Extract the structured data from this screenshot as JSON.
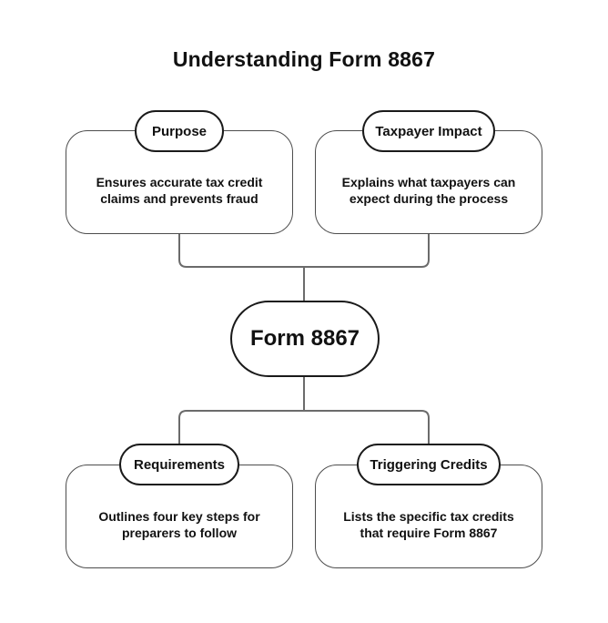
{
  "title": "Understanding Form 8867",
  "center_node": {
    "label": "Form 8867"
  },
  "nodes": [
    {
      "id": "purpose",
      "label": "Purpose",
      "description": "Ensures accurate tax credit\nclaims and prevents fraud"
    },
    {
      "id": "taxpayer-impact",
      "label": "Taxpayer Impact",
      "description": "Explains what taxpayers can\nexpect during the process"
    },
    {
      "id": "requirements",
      "label": "Requirements",
      "description": "Outlines four key steps for\npreparers to follow"
    },
    {
      "id": "triggering-credits",
      "label": "Triggering Credits",
      "description": "Lists the specific tax credits\nthat require Form 8867"
    }
  ],
  "colors": {
    "background": "#ffffff",
    "text": "#111111",
    "box_border": "#4d4d4d",
    "pill_border": "#1a1a1a",
    "connector": "#6b6b6b"
  }
}
